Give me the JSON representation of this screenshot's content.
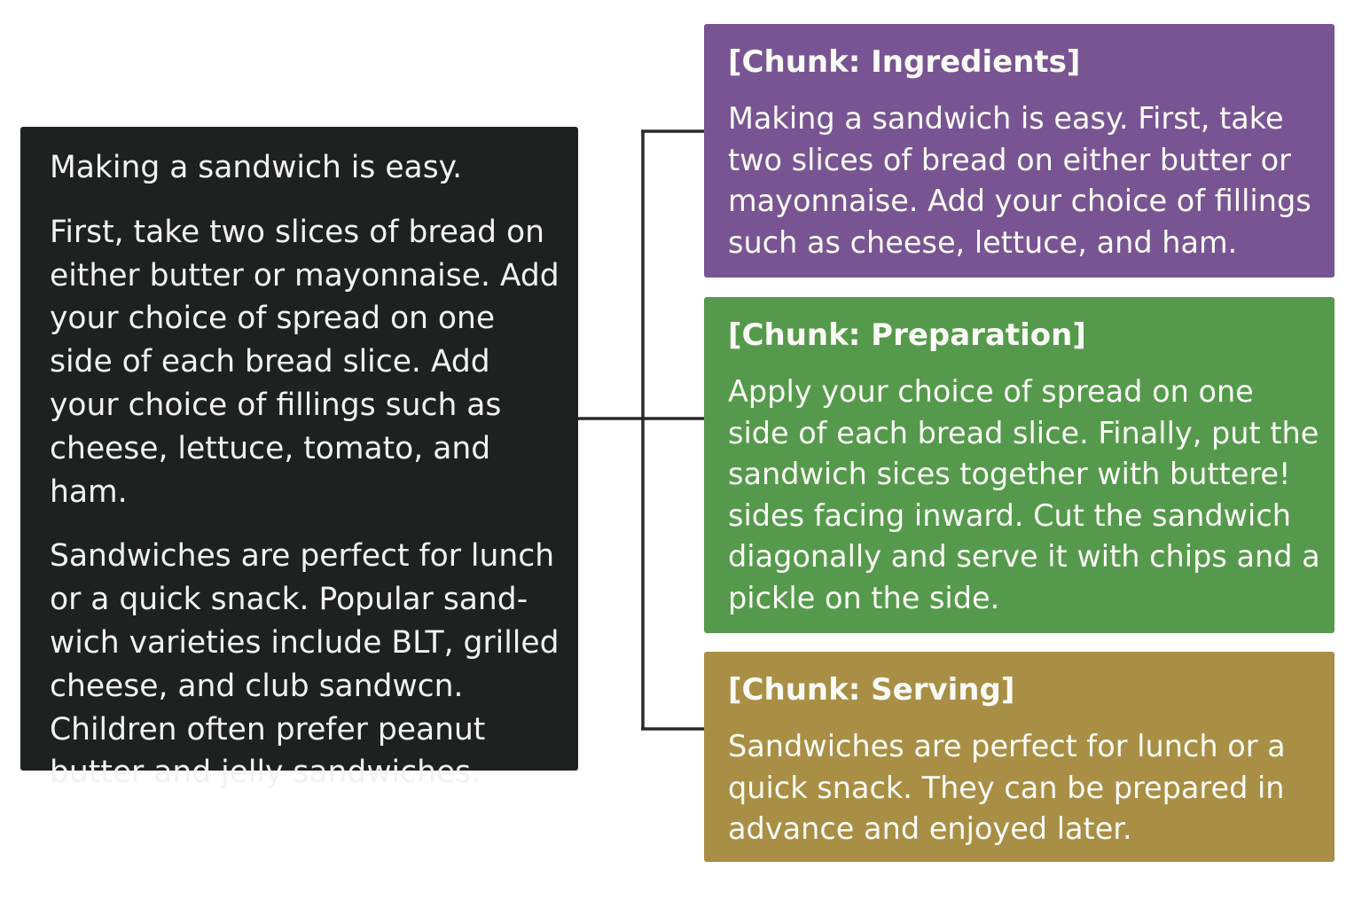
{
  "source": {
    "paragraphs": [
      "Making a sandwich is easy.",
      "First, take two slices of bread on either butter or mayonnaise. Add your choice of spread on one side of each bread slice. Add your choice of fillings such as cheese, lettuce, tomato, and ham.",
      "Sandwiches are perfect for lunch or a quick snack. Popular sand-wich varieties include BLT, grilled cheese, and club sandwcn. Children often prefer peanut butter and jelly sandwiches."
    ]
  },
  "chunks": [
    {
      "title": "[Chunk: Ingredients]",
      "text": "Making a sandwich is easy. First, take two slices of bread on either butter or mayonnaise. Add your choice of fillings such as cheese, lettuce, and ham.",
      "color": "#785592"
    },
    {
      "title": "[Chunk: Preparation]",
      "text": "Apply your choice of spread on one side of each bread slice. Finally, put the sandwich sices together with buttere! sides facing inward. Cut the sandwich diagonally and serve it with chips and a pickle on the side.",
      "color": "#559a4c"
    },
    {
      "title": "[Chunk: Serving]",
      "text": "Sandwiches are perfect for lunch or a quick snack. They can be prepared in advance and enjoyed later.",
      "color": "#a98f45"
    }
  ],
  "colors": {
    "source_background": "#1f2121",
    "connector": "#2a2a2a"
  }
}
